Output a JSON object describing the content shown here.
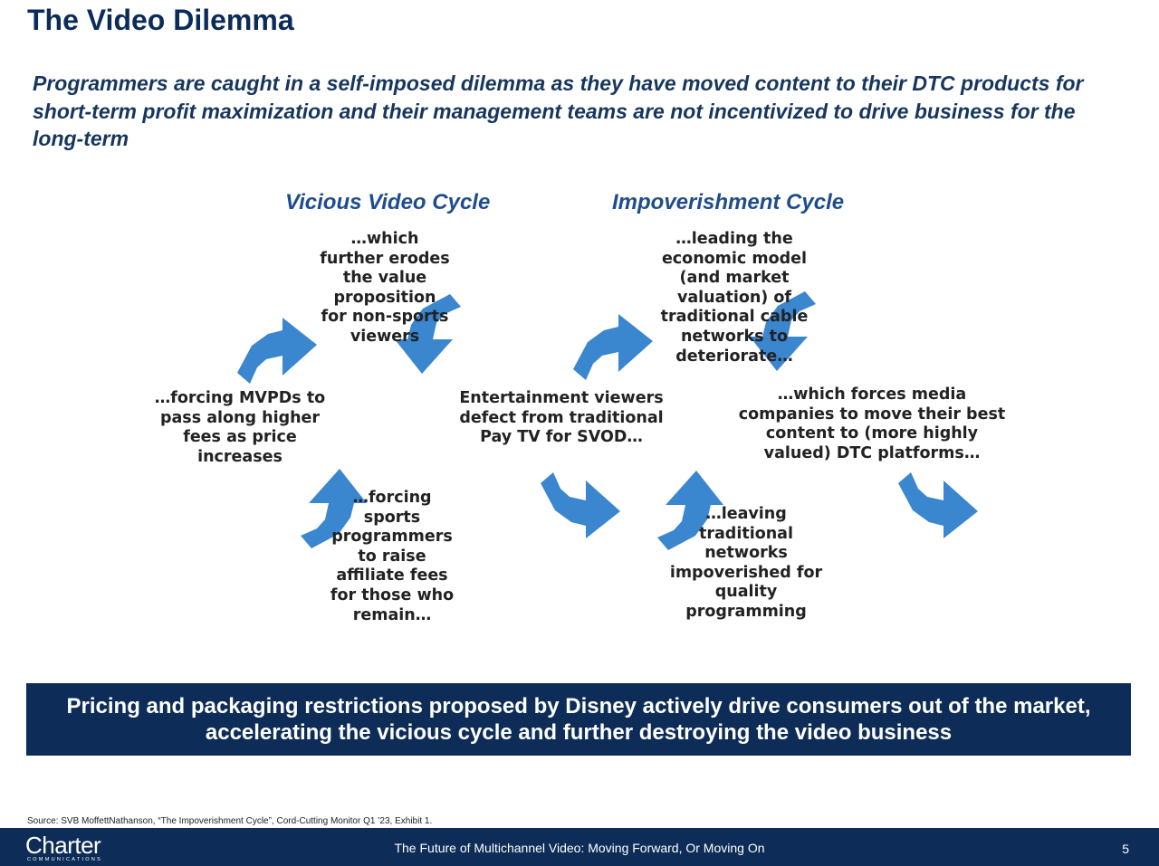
{
  "slide": {
    "title": "The Video Dilemma",
    "subtitle_lines": [
      "Programmers are caught in a self-imposed dilemma as they have moved content to their DTC products for",
      "short-term profit maximization and their management teams are not incentivized to drive business for the",
      "long-term"
    ]
  },
  "diagram": {
    "left_cycle_title": "Vicious Video Cycle",
    "right_cycle_title": "Impoverishment Cycle",
    "arrow_color": "#3a86cf",
    "center_node": [
      "Entertainment viewers",
      "defect from traditional",
      "Pay TV for SVOD…"
    ],
    "vicious_cycle": {
      "top": [
        "…which",
        "further erodes",
        "the value",
        "proposition",
        "for non-sports",
        "viewers"
      ],
      "left": [
        "…forcing MVPDs to",
        "pass along higher",
        "fees as price",
        "increases"
      ],
      "bottom": [
        "…forcing",
        "sports",
        "programmers",
        "to raise",
        "affiliate fees",
        "for those who",
        "remain…"
      ]
    },
    "impoverishment_cycle": {
      "top": [
        "…leading the",
        "economic model",
        "(and market",
        "valuation) of",
        "traditional cable",
        "networks to",
        "deteriorate…"
      ],
      "right": [
        "…which forces media",
        "companies to move their best",
        "content to (more highly",
        "valued) DTC platforms…"
      ],
      "bottom": [
        "…leaving",
        "traditional",
        "networks",
        "impoverished for",
        "quality",
        "programming"
      ]
    }
  },
  "banner": {
    "lines": [
      "Pricing and packaging restrictions proposed by Disney actively drive consumers out of the market,",
      "accelerating the vicious cycle and further destroying the video business"
    ]
  },
  "source": "Source: SVB MoffettNathanson, “The Impoverishment Cycle”, Cord-Cutting Monitor Q1 ’23, Exhibit 1.",
  "footer": {
    "logo_text": "Charter",
    "logo_subtext": "COMMUNICATIONS",
    "title": "The Future of Multichannel Video: Moving Forward, Or Moving On",
    "page_number": "5"
  },
  "colors": {
    "navy": "#0d2d58",
    "heading_blue": "#1f4d8c",
    "arrow_blue": "#3a86cf"
  }
}
